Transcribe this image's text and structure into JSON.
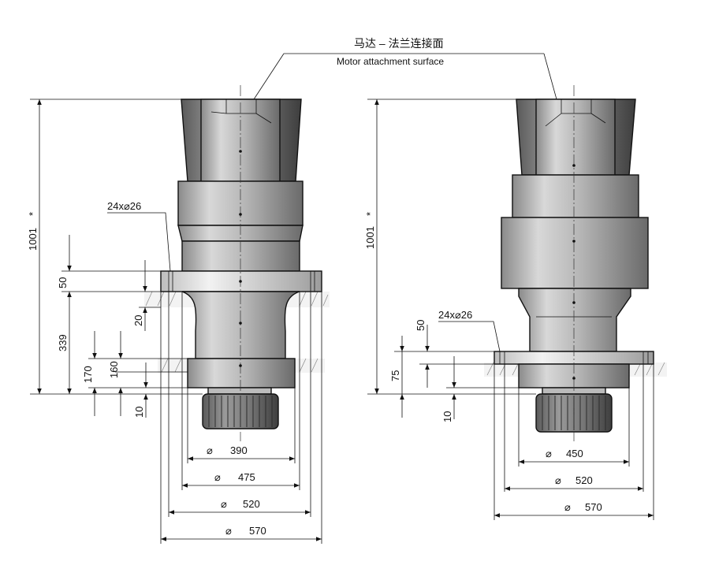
{
  "header": {
    "title_cn": "马达 – 法兰连接面",
    "title_en": "Motor attachment surface"
  },
  "left_view": {
    "total_height": "1001",
    "asterisk": "*",
    "bolt_note": "24x⌀26",
    "flange_thickness": "50",
    "hatch_offset": "20",
    "lower_height": "339",
    "base_height": "170",
    "base_inner": "160",
    "gap": "10",
    "diam_390": "390",
    "diam_475": "475",
    "diam_520": "520",
    "diam_570": "570"
  },
  "right_view": {
    "total_height": "1001",
    "asterisk": "*",
    "bolt_note": "24x⌀26",
    "flange_thickness": "50",
    "base_height": "75",
    "gap": "10",
    "diam_450": "450",
    "diam_520": "520",
    "diam_570": "570"
  },
  "diameter_symbol": "⌀",
  "colors": {
    "body_light": "#d4d4d4",
    "body_dark": "#6e6e6e",
    "line": "#111111"
  }
}
